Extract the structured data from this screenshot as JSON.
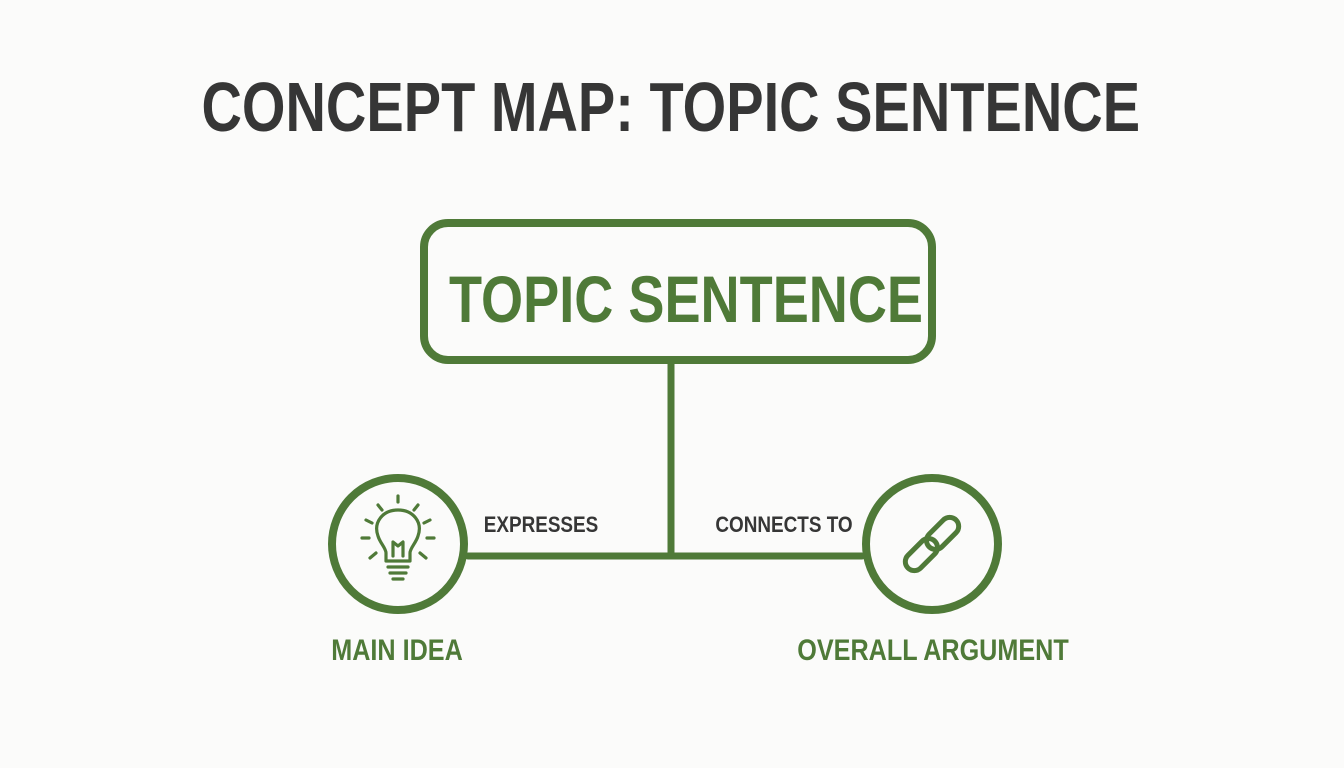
{
  "title": "CONCEPT MAP: TOPIC SENTENCE",
  "colors": {
    "accent": "#4f7a38",
    "title": "#363636",
    "connector_label": "#363636",
    "background": "#fbfbfa"
  },
  "central_node": {
    "label": "TOPIC SENTENCE"
  },
  "connections": [
    {
      "label": "EXPRESSES",
      "target": "MAIN IDEA",
      "icon": "lightbulb-icon"
    },
    {
      "label": "CONNECTS TO",
      "target": "OVERALL ARGUMENT",
      "icon": "chain-link-icon"
    }
  ]
}
